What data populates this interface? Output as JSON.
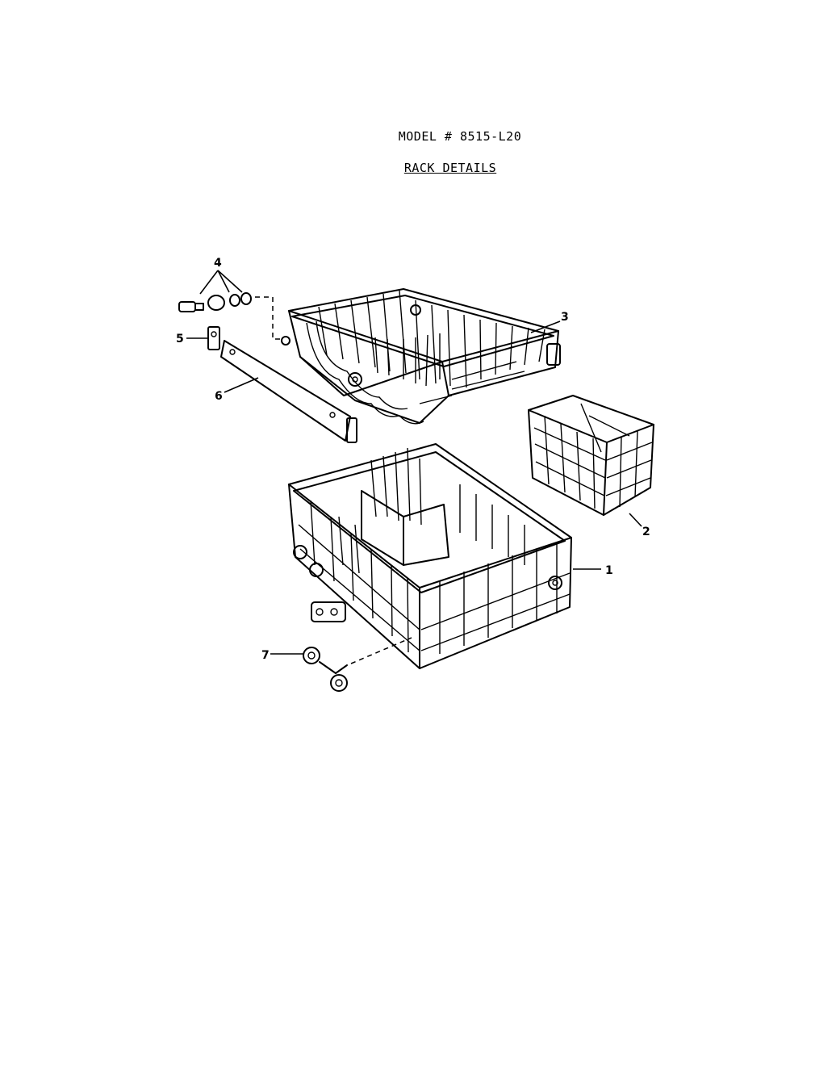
{
  "header": {
    "model": "MODEL # 8515-L20",
    "subtitle": "RACK DETAILS"
  },
  "callouts": [
    {
      "number": "1"
    },
    {
      "number": "2"
    },
    {
      "number": "3"
    },
    {
      "number": "4"
    },
    {
      "number": "5"
    },
    {
      "number": "6"
    },
    {
      "number": "7"
    }
  ],
  "colors": {
    "line": "#000000",
    "background": "#ffffff"
  }
}
